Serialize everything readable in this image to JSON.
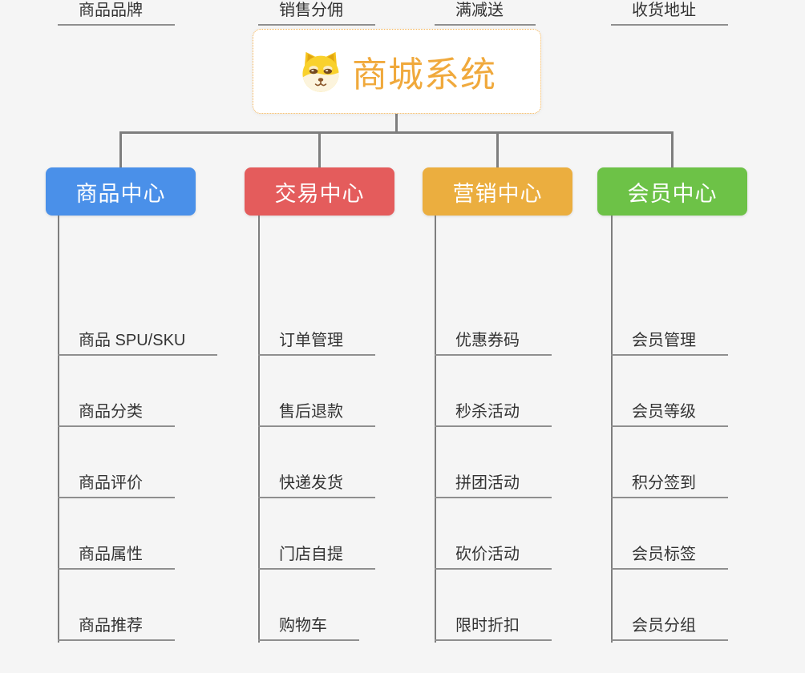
{
  "root": {
    "title": "商城系统",
    "icon": "shiba-dog-icon"
  },
  "branches": [
    {
      "label": "商品中心",
      "color": "#4a90e9",
      "items": [
        "商品 SPU/SKU",
        "商品分类",
        "商品评价",
        "商品属性",
        "商品推荐",
        "商品品牌"
      ]
    },
    {
      "label": "交易中心",
      "color": "#e45c5c",
      "items": [
        "订单管理",
        "售后退款",
        "快递发货",
        "门店自提",
        "购物车",
        "销售分佣"
      ]
    },
    {
      "label": "营销中心",
      "color": "#ebae3f",
      "items": [
        "优惠券码",
        "秒杀活动",
        "拼团活动",
        "砍价活动",
        "限时折扣",
        "满减送"
      ]
    },
    {
      "label": "会员中心",
      "color": "#6dc247",
      "items": [
        "会员管理",
        "会员等级",
        "积分签到",
        "会员标签",
        "会员分组",
        "收货地址"
      ]
    }
  ],
  "colors": {
    "background": "#f5f5f5",
    "connector": "#7e7e7e",
    "leaf_underline": "#8f8f8f",
    "leaf_text": "#333333",
    "root_accent": "#f0a93c",
    "root_border": "#f5b14e",
    "branch_text": "#ffffff"
  }
}
